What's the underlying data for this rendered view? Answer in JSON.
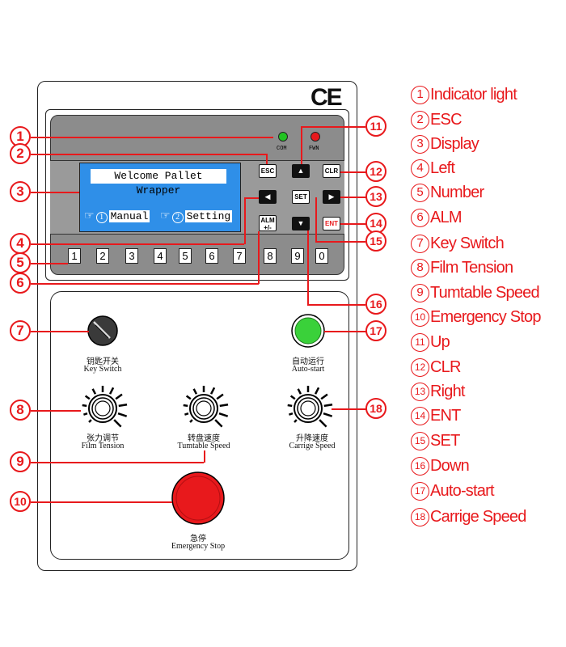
{
  "ce_mark": "CE",
  "indicators": {
    "com_label": "COM",
    "com_color": "#22c322",
    "fwn_label": "FWN",
    "fwn_color": "#e8191c"
  },
  "display": {
    "title": "Welcome Pallet Wrapper",
    "option1_num": "1",
    "option1_label": "Manual",
    "option2_num": "2",
    "option2_label": "Setting",
    "hand_icon": "pointing-hand-icon",
    "background": "#2f8fe8"
  },
  "keys": {
    "esc": "ESC",
    "clr": "CLR",
    "set": "SET",
    "ent": "ENT",
    "alm_line1": "ALM",
    "alm_line2": "+/-",
    "up": "▲",
    "down": "▼",
    "left": "◀",
    "right": "▶"
  },
  "number_keys": [
    "1",
    "2",
    "3",
    "4",
    "5",
    "6",
    "7",
    "8",
    "9",
    "0"
  ],
  "controls": {
    "key_switch": {
      "cn": "钥匙开关",
      "en": "Key Switch"
    },
    "auto_start": {
      "cn": "自动运行",
      "en": "Auto-start",
      "color": "#3ad13a"
    },
    "film_tension": {
      "cn": "张力调节",
      "en": "Film Tension"
    },
    "turntable_speed": {
      "cn": "转盘速度",
      "en": "Tumtable Speed"
    },
    "carriage_speed": {
      "cn": "升降速度",
      "en": "Carrige Speed"
    },
    "emergency_stop": {
      "cn": "急停",
      "en": "Emergency Stop",
      "color": "#e8191c"
    }
  },
  "callouts": [
    "1",
    "2",
    "3",
    "4",
    "5",
    "6",
    "7",
    "8",
    "9",
    "10",
    "11",
    "12",
    "13",
    "14",
    "15",
    "16",
    "17",
    "18"
  ],
  "legend": [
    {
      "num": "1",
      "label": "Indicator light"
    },
    {
      "num": "2",
      "label": "ESC"
    },
    {
      "num": "3",
      "label": "Display"
    },
    {
      "num": "4",
      "label": "Left"
    },
    {
      "num": "5",
      "label": "Number"
    },
    {
      "num": "6",
      "label": "ALM"
    },
    {
      "num": "7",
      "label": "Key Switch"
    },
    {
      "num": "8",
      "label": "Film Tension"
    },
    {
      "num": "9",
      "label": "Tumtable Speed"
    },
    {
      "num": "10",
      "label": "Emergency Stop"
    },
    {
      "num": "11",
      "label": "Up"
    },
    {
      "num": "12",
      "label": "CLR"
    },
    {
      "num": "13",
      "label": "Right"
    },
    {
      "num": "14",
      "label": "ENT"
    },
    {
      "num": "15",
      "label": "SET"
    },
    {
      "num": "16",
      "label": "Down"
    },
    {
      "num": "17",
      "label": "Auto-start"
    },
    {
      "num": "18",
      "label": "Carrige Speed"
    }
  ],
  "accent_color": "#e8191c"
}
